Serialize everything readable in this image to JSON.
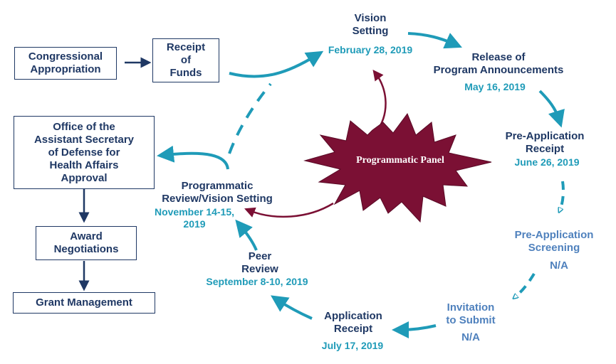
{
  "boxes": {
    "congressional": "Congressional\nAppropriation",
    "receipt_funds": "Receipt\nof\nFunds",
    "oasd": "Office of the\nAssistant Secretary\nof Defense for\nHealth Affairs\nApproval",
    "award": "Award\nNegotiations",
    "grant": "Grant Management"
  },
  "cycle": {
    "vision": {
      "label": "Vision\nSetting",
      "date": "February 28, 2019"
    },
    "release": {
      "label": "Release of\nProgram Announcements",
      "date": "May 16, 2019"
    },
    "preapp_receipt": {
      "label": "Pre-Application\nReceipt",
      "date": "June 26, 2019"
    },
    "preapp_screening": {
      "label": "Pre-Application\nScreening",
      "date": "N/A"
    },
    "invitation": {
      "label": "Invitation\nto Submit",
      "date": "N/A"
    },
    "app_receipt": {
      "label": "Application\nReceipt",
      "date": "July 17, 2019"
    },
    "peer_review": {
      "label": "Peer\nReview",
      "date": "September 8-10, 2019"
    },
    "programmatic_review": {
      "label": "Programmatic\nReview/Vision  Setting",
      "date": "November 14-15,\n2019"
    }
  },
  "panel": {
    "label": "Programmatic Panel"
  },
  "colors": {
    "navy": "#1f3864",
    "teal": "#1f9bb8",
    "maroon": "#7b1034",
    "steel": "#4f81bd"
  }
}
